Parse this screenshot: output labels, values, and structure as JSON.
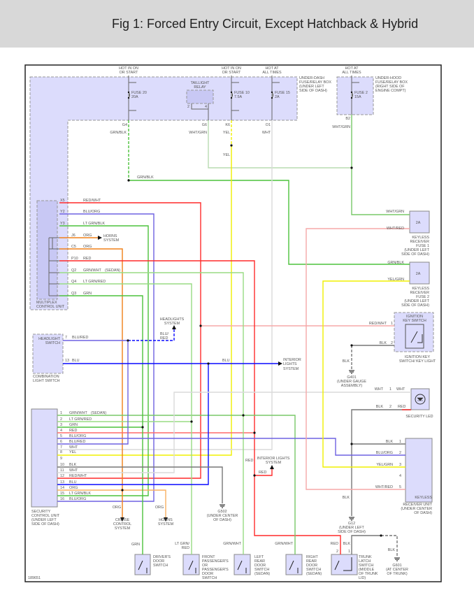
{
  "header": {
    "title": "Fig 1: Forced Entry Circuit, Except Hatchback & Hybrid"
  },
  "figure_id": "189651",
  "power": {
    "fuse20_feed": [
      "HOT IN ON",
      "OR START"
    ],
    "fuse10_feed": [
      "HOT IN ON",
      "OR START"
    ],
    "fuse15_feed": [
      "HOT AT",
      "ALL TIMES"
    ],
    "fuse2_feed": [
      "HOT AT",
      "ALL TIMES"
    ]
  },
  "fuses": {
    "fuse20": [
      "FUSE 20",
      "20A"
    ],
    "fuse10": [
      "FUSE 10",
      "7.5A"
    ],
    "fuse15": [
      "FUSE 15",
      "2A"
    ],
    "fuse2": [
      "FUSE 2",
      "15A"
    ]
  },
  "taillight_relay": {
    "label": [
      "TAILLIGHT",
      "RELAY"
    ],
    "pins": [
      "2",
      "4"
    ]
  },
  "under_dash_box": [
    "UNDER-DASH",
    "FUSE/RELAY BOX",
    "(UNDER LEFT",
    "SIDE OF DASH)"
  ],
  "under_hood_box": [
    "UNDER-HOOD",
    "FUSE/RELAY BOX",
    "(RIGHT SIDE OF",
    "ENGINE COMPT)"
  ],
  "connectors": {
    "g4": "G4",
    "g6": "G6",
    "k6": "K6",
    "o1": "O1",
    "b2": "B2"
  },
  "top_wires": {
    "g4": "GRN/BLK",
    "g6": "WHT/GRN",
    "k6": "YEL",
    "k6_lower": "YEL",
    "o1": "WHT",
    "b2": "WHT/GRN",
    "grn_blk_run": "GRN/BLK"
  },
  "multiplex": {
    "label": [
      "MULTIPLEX",
      "CONTROL UNIT"
    ],
    "pins": [
      {
        "pin": "X5",
        "wire": "RED/WHT"
      },
      {
        "pin": "Y2",
        "wire": "BLU/ORG"
      },
      {
        "pin": "Y3",
        "wire": "LT GRN/BLK"
      },
      {
        "pin": "J6",
        "wire": "ORG"
      },
      {
        "pin": "C5",
        "wire": "ORG"
      },
      {
        "pin": "P10",
        "wire": "RED"
      },
      {
        "pin": "Q2",
        "wire": "GRN/WHT"
      },
      {
        "pin": "Q4",
        "wire": "LT GRN/RED"
      },
      {
        "pin": "Q3",
        "wire": "GRN"
      }
    ],
    "sedan_note": "(SEDAN)",
    "horns_system": [
      "HORNS",
      "SYSTEM"
    ]
  },
  "keyless_fuse1": {
    "wire_in": "WHT/GRN",
    "wire_out": "WHT/RED",
    "rating": "2A",
    "label": [
      "KEYLESS",
      "RECEIVER",
      "FUSE 1",
      "(UNDER LEFT",
      "SIDE OF DASH)"
    ]
  },
  "keyless_fuse2": {
    "wire_in": "GRN/BLK",
    "wire_out": "YEL/GRN",
    "rating": "2A",
    "label": [
      "KEYLESS",
      "RECEIVER",
      "FUSE 2",
      "(UNDER LEFT",
      "SIDE OF DASH)"
    ]
  },
  "ignition_key_switch": {
    "title": [
      "IGNITION",
      "KEY SWITCH"
    ],
    "pins": [
      {
        "pin": "1",
        "wire": "RED/WHT"
      },
      {
        "pin": "2",
        "wire": "BLK"
      }
    ],
    "label": [
      "IGNITION KEY",
      "SWITCH/ KEY LIGHT"
    ]
  },
  "g401": {
    "wire": "BLK",
    "label": [
      "G401",
      "(UNDER GAUGE",
      "ASSEMBLY)"
    ]
  },
  "headlights_system": {
    "label": [
      "HEADLIGHTS",
      "SYSTEM"
    ],
    "wire": [
      "BLU/",
      "RED"
    ]
  },
  "combination_switch": {
    "inner": [
      "HEADLIGHT",
      "SWITCH"
    ],
    "pins": [
      {
        "pin": "7",
        "wire": "BLU/RED"
      },
      {
        "pin": "13",
        "wire": "BLU"
      }
    ],
    "label": [
      "COMBINATION",
      "LIGHT SWITCH"
    ],
    "blu_run": "BLU",
    "interior_lights": [
      "INTERIOR",
      "LIGHTS",
      "SYSTEM"
    ]
  },
  "security_led": {
    "pins": [
      {
        "pin": "1",
        "wire": "WHT",
        "led_wire": "WHT"
      },
      {
        "pin": "2",
        "wire": "BLK",
        "led_wire": "RED"
      }
    ],
    "label": "SECURITY LED"
  },
  "keyless_receiver_unit": {
    "pins": [
      {
        "pin": "1",
        "wire": "BLK"
      },
      {
        "pin": "2",
        "wire": "BLU/ORG"
      },
      {
        "pin": "3",
        "wire": "YEL/GRN"
      },
      {
        "pin": "4",
        "wire": ""
      },
      {
        "pin": "5",
        "wire": "WHT/RED"
      }
    ],
    "label": [
      "KEYLESS",
      "RECEIVER UNIT",
      "(UNDER CENTER",
      "OF DASH)"
    ]
  },
  "g12": {
    "wire": "BLK",
    "label": [
      "G12",
      "(UNDER LEFT",
      "SIDE OF DASH)"
    ]
  },
  "security_control_unit": {
    "pins": [
      {
        "pin": "1",
        "wire": "GRN/WHT"
      },
      {
        "pin": "2",
        "wire": "LT GRN/RED"
      },
      {
        "pin": "3",
        "wire": "GRN"
      },
      {
        "pin": "4",
        "wire": "RED"
      },
      {
        "pin": "5",
        "wire": "BLU/ORG"
      },
      {
        "pin": "6",
        "wire": "BLU/RED"
      },
      {
        "pin": "7",
        "wire": "WHT"
      },
      {
        "pin": "8",
        "wire": "YEL"
      },
      {
        "pin": "9",
        "wire": ""
      },
      {
        "pin": "10",
        "wire": "BLK"
      },
      {
        "pin": "11",
        "wire": "WHT"
      },
      {
        "pin": "12",
        "wire": "RED/WHT"
      },
      {
        "pin": "13",
        "wire": "BLU"
      },
      {
        "pin": "14",
        "wire": "ORG"
      },
      {
        "pin": "15",
        "wire": "LT GRN/BLK"
      },
      {
        "pin": "16",
        "wire": "BLU/ORG"
      }
    ],
    "sedan_note": "(SEDAN)",
    "label": [
      "SECURITY",
      "CONTROL UNIT",
      "(UNDER LEFT",
      "SIDE OF DASH)"
    ]
  },
  "cruise": {
    "wire": "ORG",
    "label": [
      "CRUISE",
      "CONTROL",
      "SYSTEM"
    ]
  },
  "horns_lower": {
    "wire": "ORG",
    "label": [
      "HORNS",
      "SYSTEM"
    ]
  },
  "g502": {
    "label": [
      "G502",
      "(UNDER CENTER",
      "OF DASH)"
    ]
  },
  "interior_lights_lower": {
    "wire_main": "RED",
    "wire_branch": "RED",
    "label": [
      "INTERIOR LIGHTS",
      "SYSTEM"
    ]
  },
  "door_switches": {
    "driver": {
      "wire": "GRN",
      "label": [
        "DRIVER'S",
        "DOOR",
        "SWITCH"
      ]
    },
    "front_passenger": {
      "wire": [
        "LT GRN/",
        "RED"
      ],
      "label": [
        "FRONT",
        "PASSENGER'S",
        "OR",
        "PASSENGER'S",
        "DOOR",
        "SWITCH"
      ]
    },
    "left_rear": {
      "wire": "GRN/WHT",
      "label": [
        "LEFT",
        "REAR",
        "DOOR",
        "SWITCH",
        "(SEDAN)"
      ]
    },
    "right_rear": {
      "wire": "GRN/WHT",
      "label": [
        "RIGHT",
        "REAR",
        "DOOR",
        "SWITCH",
        "(SEDAN)"
      ]
    },
    "trunk_latch": {
      "wires": [
        "RED",
        "BLK"
      ],
      "pins": [
        "2",
        "1"
      ],
      "label": [
        "TRUNK",
        "LATCH",
        "SWITCH",
        "(MIDDLE",
        "OF TRUNK",
        "LID)"
      ]
    }
  },
  "g601": {
    "wire": "BLK",
    "label": [
      "G601",
      "(AT CENTER",
      "OF TRUNK)"
    ]
  }
}
